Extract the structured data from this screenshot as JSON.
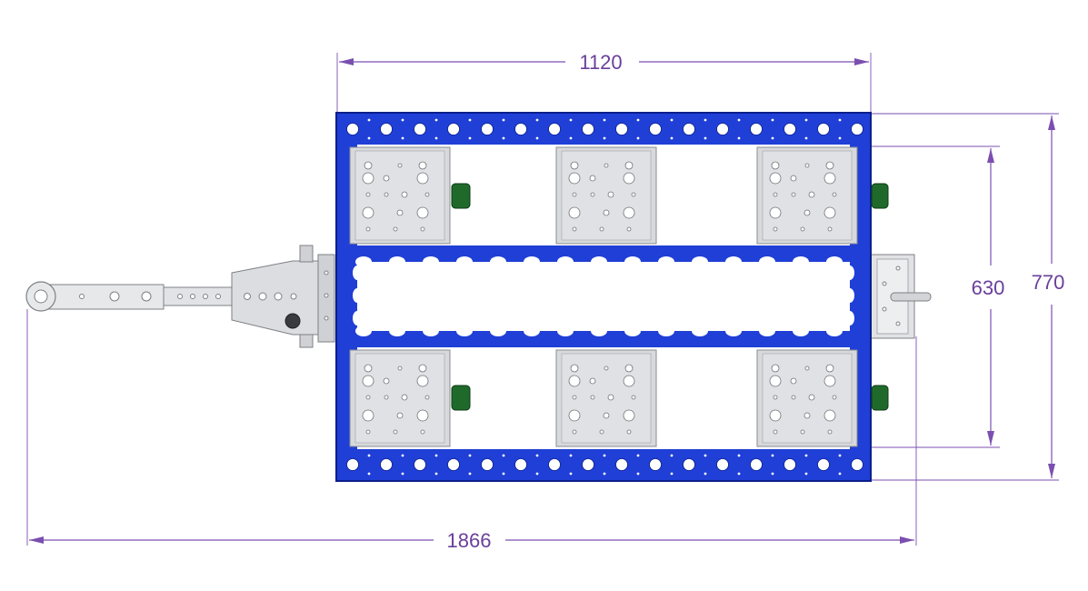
{
  "dimensions": {
    "frame_width": "1120",
    "total_length": "1866",
    "inner_width": "630",
    "outer_width": "770"
  },
  "colors": {
    "frame_blue": "#1f3fd6",
    "frame_dark": "#0b1f8a",
    "plate_gray": "#d7d9dc",
    "metal_gray": "#c9cbcf",
    "bumper_green": "#1f6a2b",
    "dimension_purple": "#7b4fb0",
    "dimension_text": "#6a3f9b"
  },
  "parts": {
    "frame": "frame",
    "tow_bar": "tow-bar",
    "hitch_plate": "hitch-plate",
    "mounting_plates": 6,
    "bumpers": 4
  }
}
